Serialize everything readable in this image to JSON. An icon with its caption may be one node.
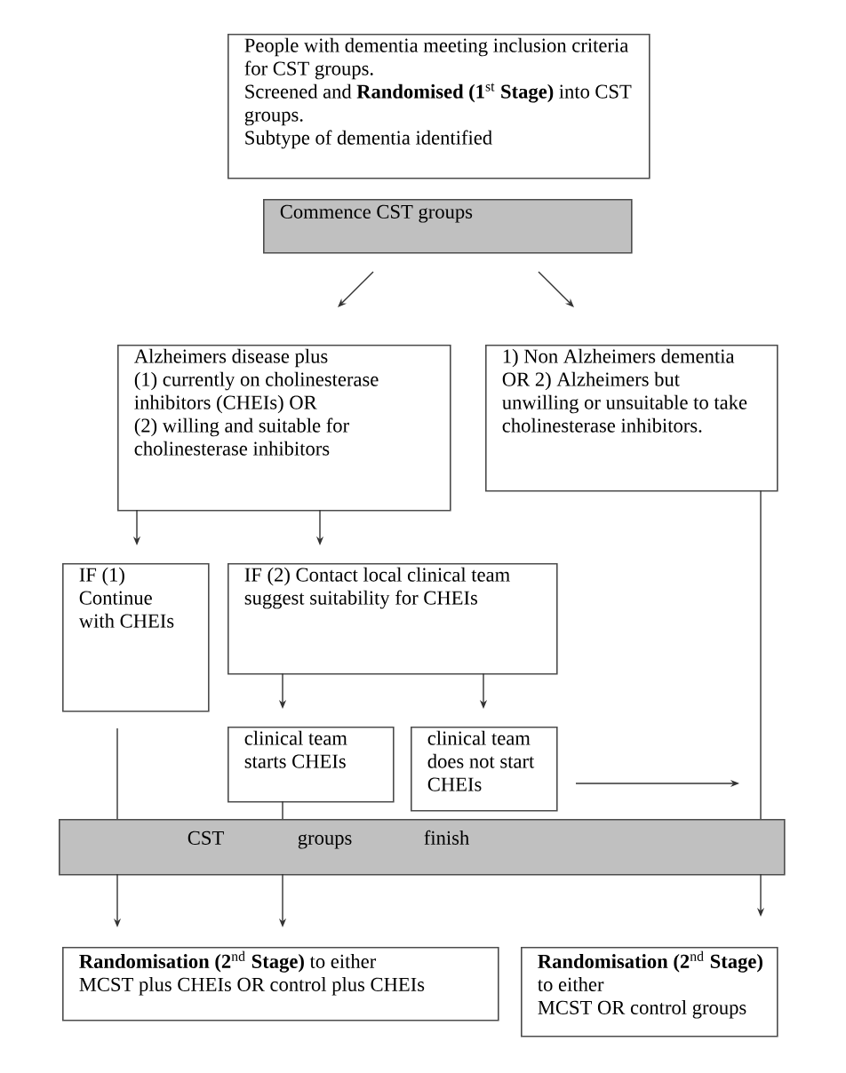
{
  "diagram": {
    "nodes": [
      {
        "text": [
          "People with dementia meeting inclusion criteria for CST groups.",
          "Screened and **Randomised (1**$^{st}$ **Stage)** into CST groups.",
          "Subtype of dementia identified"
        ]
      },
      {
        "text": [
          "Commence CST groups"
        ]
      },
      {
        "text": [
          "Alzheimers disease plus",
          "(1) currently on cholinesterase inhibitors (CHEIs) OR",
          "(2) willing and suitable for cholinesterase inhibitors"
        ]
      },
      {
        "text": [
          "1) Non Alzheimers dementia OR 2) Alzheimers but unwilling or unsuitable to take cholinesterase inhibitors."
        ]
      },
      {
        "text": [
          "IF (1) Continue with CHEIs"
        ]
      },
      {
        "text": [
          "IF (2) Contact local clinical team suggest suitability for CHEIs"
        ]
      },
      {
        "text": [
          "clinical team starts CHEIs"
        ]
      },
      {
        "text": [
          "clinical team does not start CHEIs"
        ]
      },
      {
        "text": [
          "CST",
          "groups",
          "finish"
        ]
      },
      {
        "text": [
          "**Randomisation (2**$^{nd}$ **Stage)** to either",
          "MCST plus CHEIs OR control plus CHEIs"
        ]
      },
      {
        "text": [
          "**Randomisation (2**$^{nd}$ **Stage)** to either",
          "MCST OR control groups"
        ]
      }
    ],
    "edges": [
      {
        "from": 1,
        "to": 2,
        "arrow": "to"
      },
      {
        "from": 1,
        "to": 3,
        "arrow": "to"
      },
      {
        "from": 2,
        "to": 4,
        "arrow": "to"
      },
      {
        "from": 2,
        "to": 5,
        "arrow": "to"
      },
      {
        "from": 5,
        "to": 6,
        "arrow": "to"
      },
      {
        "from": 5,
        "to": 7,
        "arrow": "to"
      },
      {
        "from": 7,
        "to": null,
        "arrow": "to"
      },
      {
        "from": 4,
        "to": 8,
        "arrow": "none"
      },
      {
        "from": 6,
        "to": 8,
        "arrow": "none"
      },
      {
        "from": 3,
        "to": 8,
        "arrow": "none"
      },
      {
        "from": 8,
        "to": 9,
        "arrow": "to"
      },
      {
        "from": 8,
        "to": 9,
        "arrow": "to"
      },
      {
        "from": 8,
        "to": 10,
        "arrow": "to"
      }
    ]
  }
}
